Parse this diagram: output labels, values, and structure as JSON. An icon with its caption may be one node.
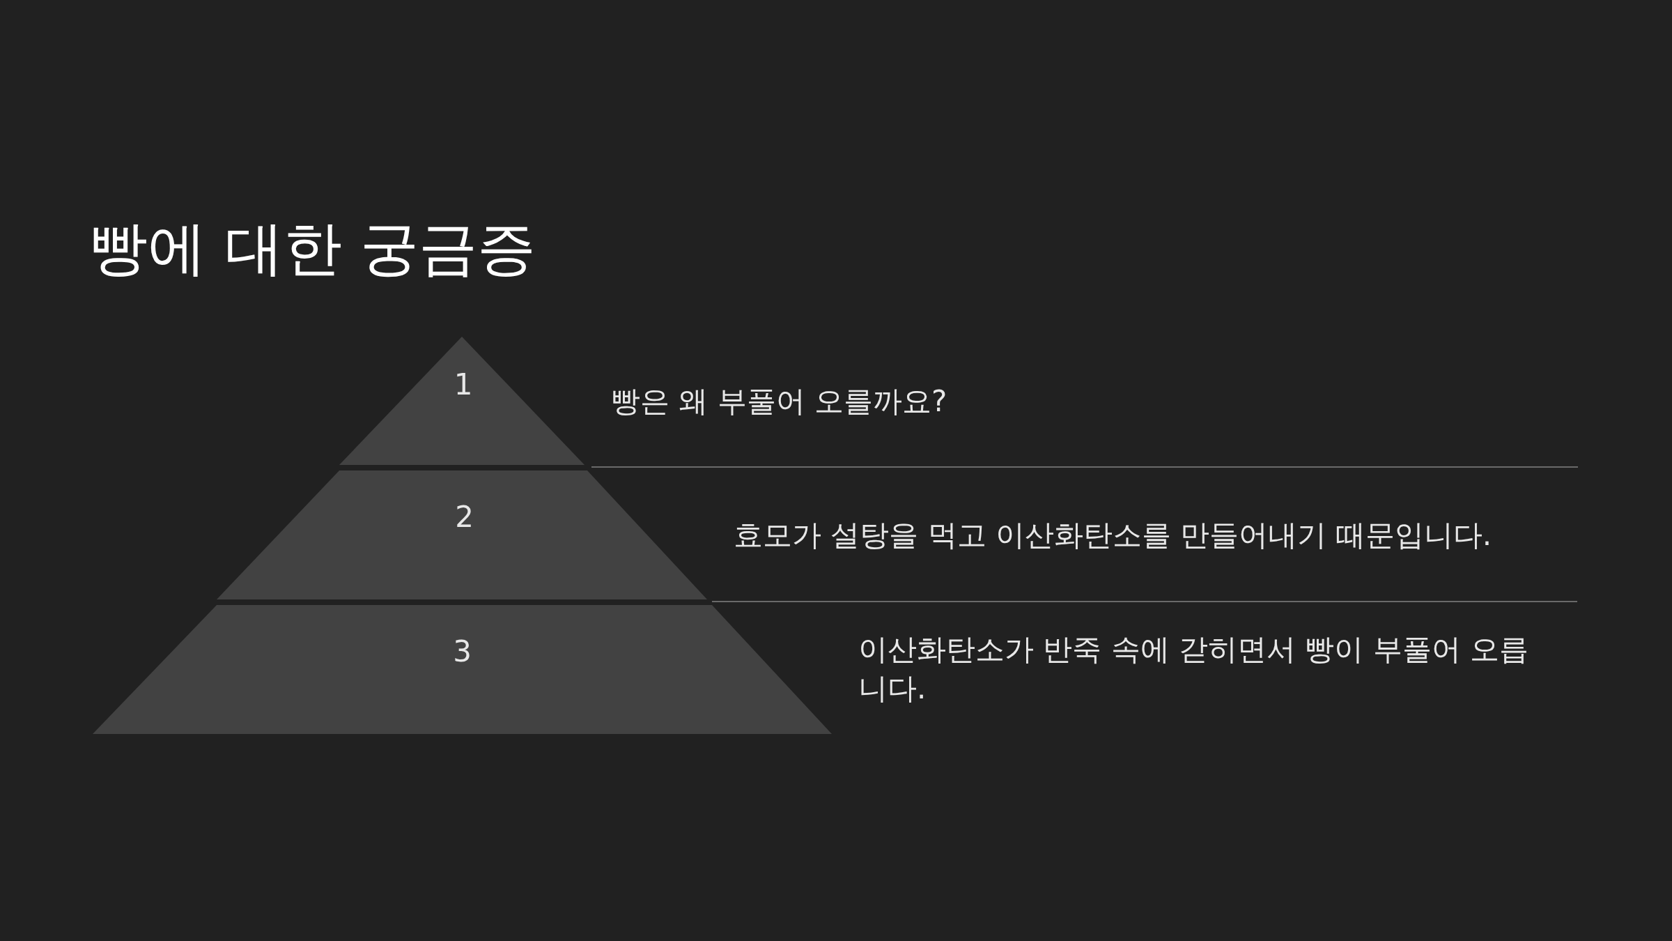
{
  "diagram": {
    "title": "빵에 대한 궁금증",
    "nodes": [
      {
        "text": [
          "1"
        ],
        "beside": [
          "빵은 왜 부풀어 오를까요?"
        ]
      },
      {
        "text": [
          "2"
        ],
        "beside": [
          "효모가 설탕을 먹고 이산화탄소를 만들어내기 때문입니다."
        ]
      },
      {
        "text": [
          "3"
        ],
        "beside": [
          "이산화탄소가 반죽 속에 갇히면서 빵이 부풀어 오릅니다."
        ]
      }
    ]
  }
}
